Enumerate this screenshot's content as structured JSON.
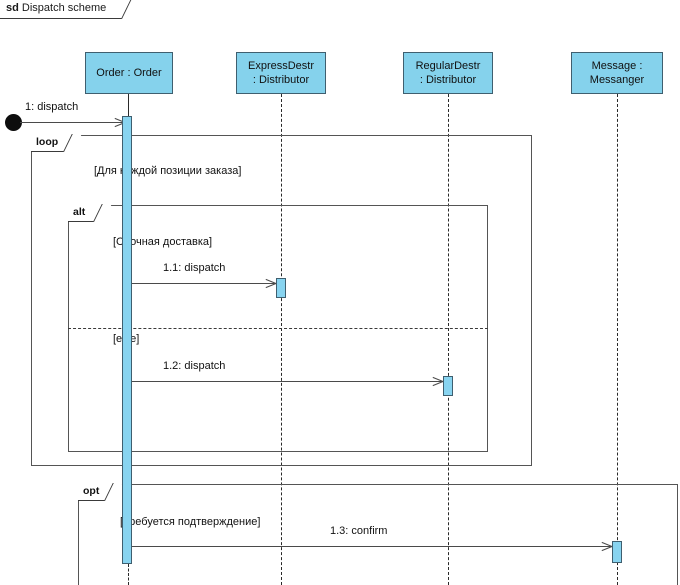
{
  "diagram": {
    "kind_keyword": "sd",
    "title": "Dispatch scheme",
    "colors": {
      "lifeline_fill": "#85D2EC",
      "activation_fill": "#88D4F0",
      "border": "#3f5f6f",
      "line": "#4a4a4a",
      "text": "#111111"
    }
  },
  "lifelines": [
    {
      "id": "order",
      "line1": "Order : Order",
      "line2": ""
    },
    {
      "id": "express",
      "line1": "ExpressDestr",
      "line2": ": Distributor"
    },
    {
      "id": "regular",
      "line1": "RegularDestr",
      "line2": ": Distributor"
    },
    {
      "id": "messenger",
      "line1": "Message :",
      "line2": "Messanger"
    }
  ],
  "fragments": [
    {
      "id": "loop",
      "operator": "loop",
      "guard": "[Для каждой позиции заказа]"
    },
    {
      "id": "alt",
      "operator": "alt",
      "guard": "[Срочная доставка]",
      "else_guard": "[else]"
    },
    {
      "id": "opt",
      "operator": "opt",
      "guard": "[Требуется подтверждение]"
    }
  ],
  "messages": [
    {
      "id": "m0",
      "label": "1: dispatch",
      "from": "found",
      "to": "order"
    },
    {
      "id": "m1",
      "label": "1.1: dispatch",
      "from": "order",
      "to": "express"
    },
    {
      "id": "m2",
      "label": "1.2: dispatch",
      "from": "order",
      "to": "regular"
    },
    {
      "id": "m3",
      "label": "1.3: confirm",
      "from": "order",
      "to": "messenger"
    }
  ]
}
